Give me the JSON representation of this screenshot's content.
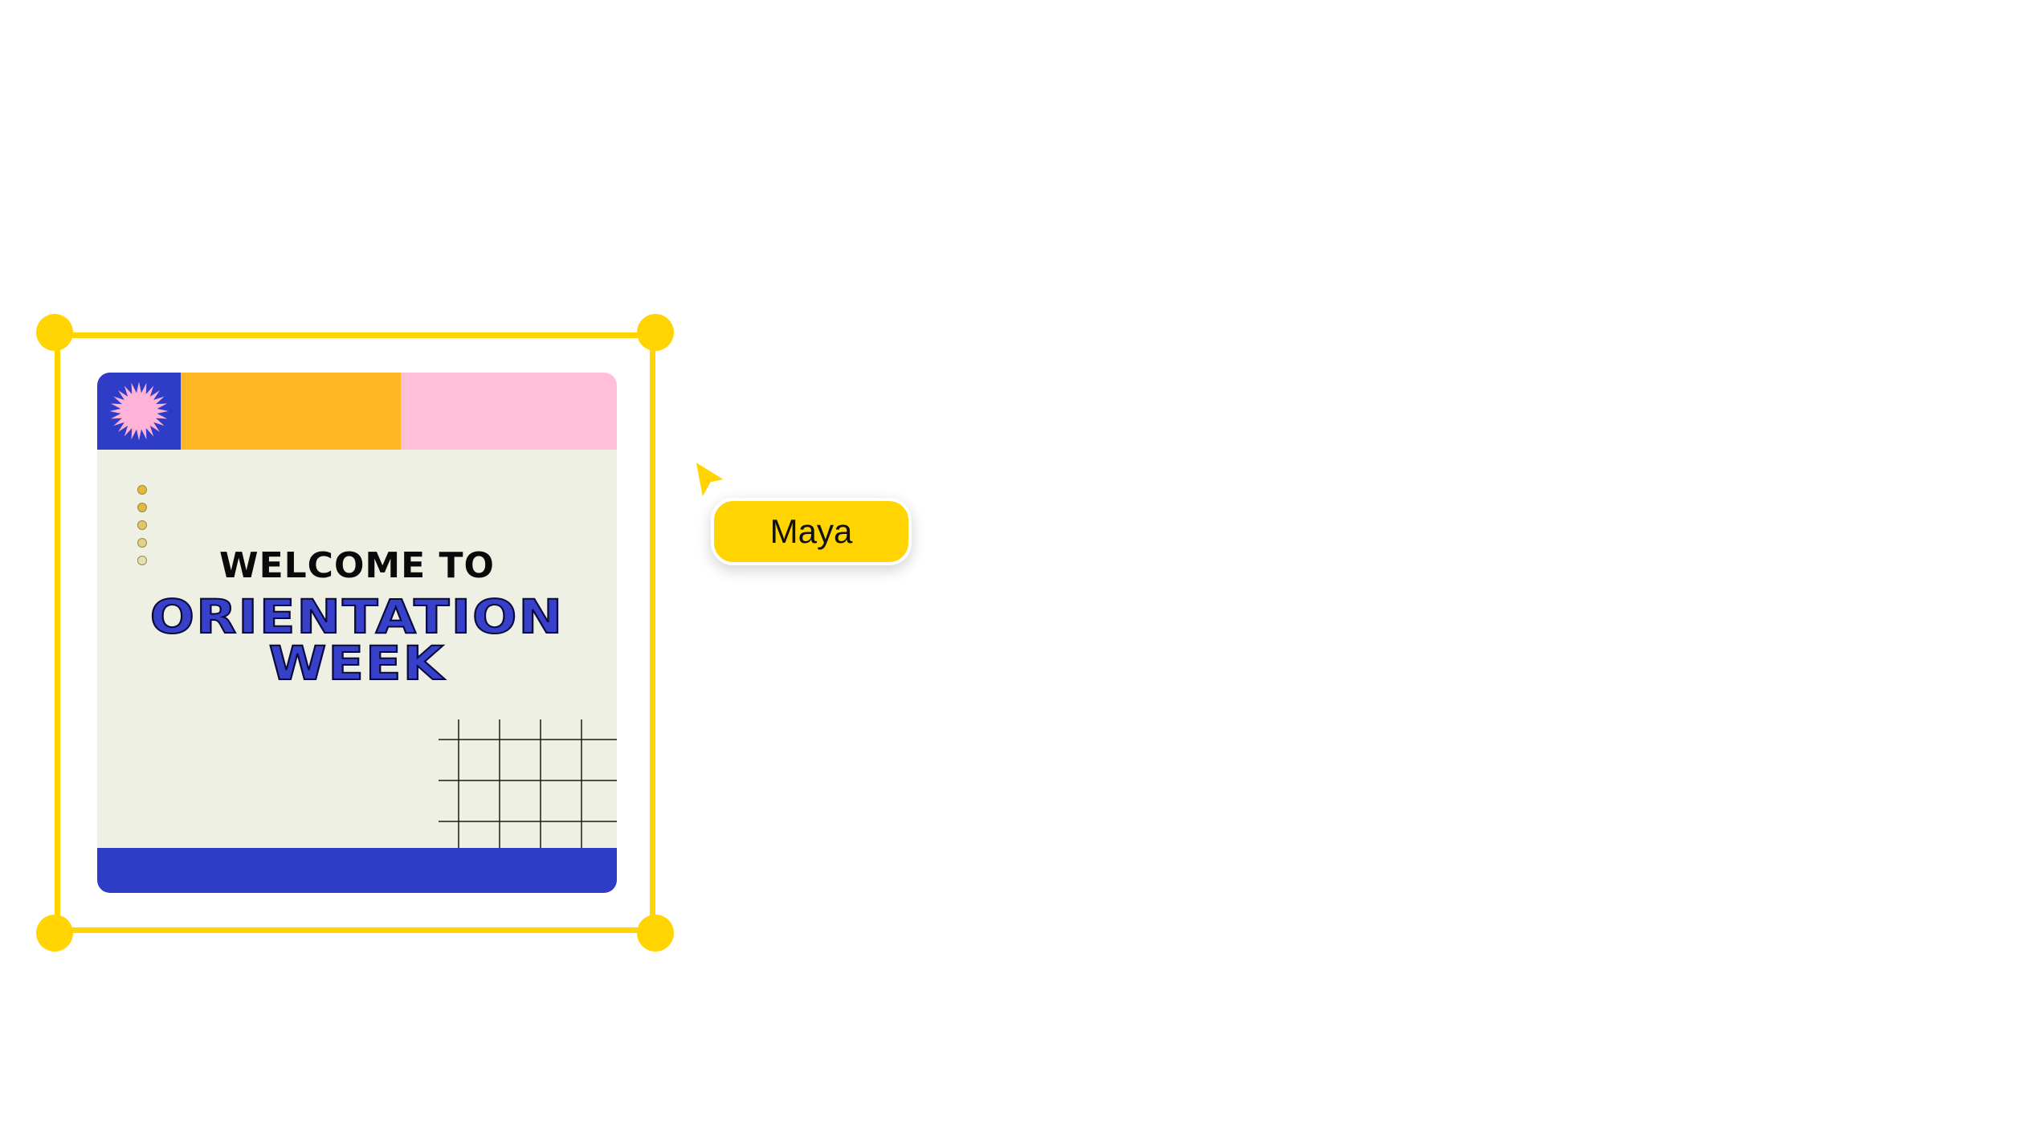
{
  "design": {
    "welcome_text": "WELCOME TO",
    "headline_line1": "ORIENTATION",
    "headline_line2": "WEEK"
  },
  "collaborator": {
    "name": "Maya"
  },
  "colors": {
    "selection": "#FFD400",
    "brand_blue": "#2F3CC8",
    "orange": "#FFB823",
    "pink": "#FFBFD8",
    "card_background": "#EFF0E4",
    "dot_colors": [
      "#E8B83A",
      "#E3B646",
      "#E6C46A",
      "#E4D08E",
      "#E6DEBA"
    ]
  },
  "icons": {
    "starburst": "starburst-icon",
    "cursor": "cursor-arrow-icon"
  }
}
